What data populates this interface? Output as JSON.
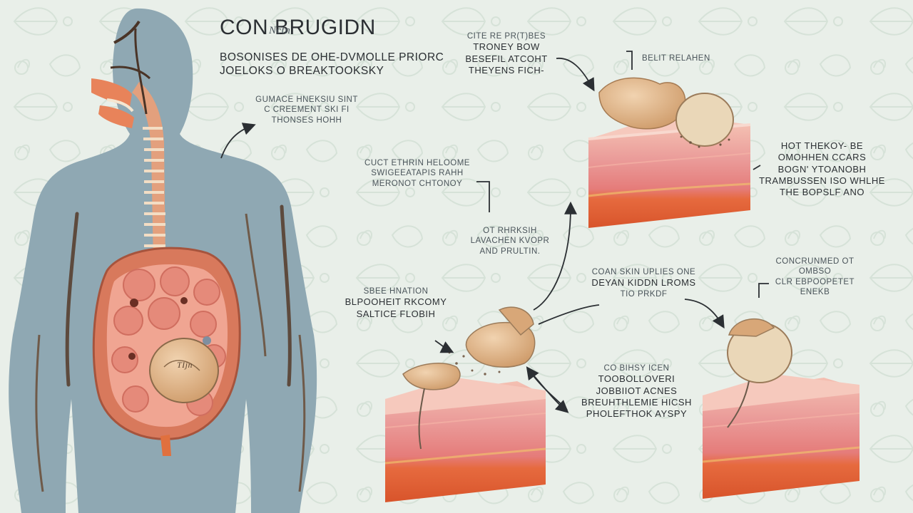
{
  "title": "CON BRUGIDN",
  "title_inset": "Nctn",
  "subtitle": [
    "BOSONISES DE OHE-DVMOLLE PRIORC",
    "JOELOKS O BREAKTOOKSKY"
  ],
  "labels": {
    "left_upper": [
      "GUMACE HNEKSIU SINT",
      "C CREEMENT SKI FI",
      "THONSES HOHH"
    ],
    "top_center": [
      "CITE RE PR(T)BES",
      "TRONEY BOW",
      "BESEFIL ATCOHT",
      "THEYENS FICH-"
    ],
    "top_right_small": "BELIT RELAHEN",
    "mid_center_upper": [
      "CUCT ETHRIN HELOOME",
      "SWIGEEATAPIS RAHH",
      "MERONOT CHTONOY"
    ],
    "mid_center": [
      "OT RHRKSIH",
      "LAVACHEN KVOPR",
      "AND PRULTIN."
    ],
    "right_upper": [
      "HOT THEKOY- BE",
      "OMOHHEN CCARS",
      "BOGN' YTOANOBH",
      "TRAMBUSSEN ISO WHLHE",
      "THE BOPSLF ANO"
    ],
    "left_lower": [
      "SBEE HNATION",
      "BLPOOHEIT RKCOMY",
      "SALTICE FLOBIH"
    ],
    "center_lower": [
      "COAN SKIN UPLIES ONE",
      "DEYAN KIDDN LROMS",
      "TIO PRKDF"
    ],
    "right_lower": [
      "CONCRUNMED OT",
      "OMBSO",
      "CLR EBPOOPETET",
      "ENEKB"
    ],
    "bottom_center": [
      "CO BIHSY ICEN",
      "TOOBOLLOVERI",
      "JOBBIIOT ACNES",
      "BREUHTHLEMIE HICSH",
      "PHOLEFTHOK AYSPY"
    ]
  },
  "stomach_label": "TIjn",
  "colors": {
    "background": "#e9efe9",
    "silhouette": "#8fa8b3",
    "skin_top": "#f2b5a7",
    "skin_mid": "#e9898a",
    "skin_bottom": "#e26a3a",
    "food": "#e0b98d",
    "esophagus": "#e9b99a",
    "accent": "#c38a3c"
  }
}
